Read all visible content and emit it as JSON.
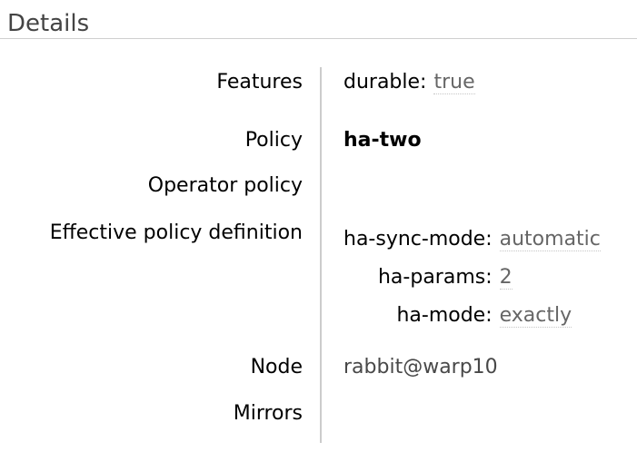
{
  "header": {
    "title": "Details"
  },
  "colors": {
    "header_text": "#444444",
    "label_text": "#000000",
    "muted_value_text": "#666666",
    "node_text": "#484848",
    "divider": "#cccccc",
    "header_rule": "#cfcfcf"
  },
  "facts": {
    "features": {
      "label": "Features",
      "items": [
        {
          "key": "durable:",
          "value": "true"
        }
      ]
    },
    "policy": {
      "label": "Policy",
      "value": "ha-two"
    },
    "operator_policy": {
      "label": "Operator policy",
      "value": ""
    },
    "effective_policy_definition": {
      "label": "Effective policy definition",
      "items": [
        {
          "key": "ha-sync-mode:",
          "value": "automatic"
        },
        {
          "key": "ha-params:",
          "value": "2"
        },
        {
          "key": "ha-mode:",
          "value": "exactly"
        }
      ]
    },
    "node": {
      "label": "Node",
      "value": "rabbit@warp10"
    },
    "mirrors": {
      "label": "Mirrors",
      "value": ""
    }
  }
}
